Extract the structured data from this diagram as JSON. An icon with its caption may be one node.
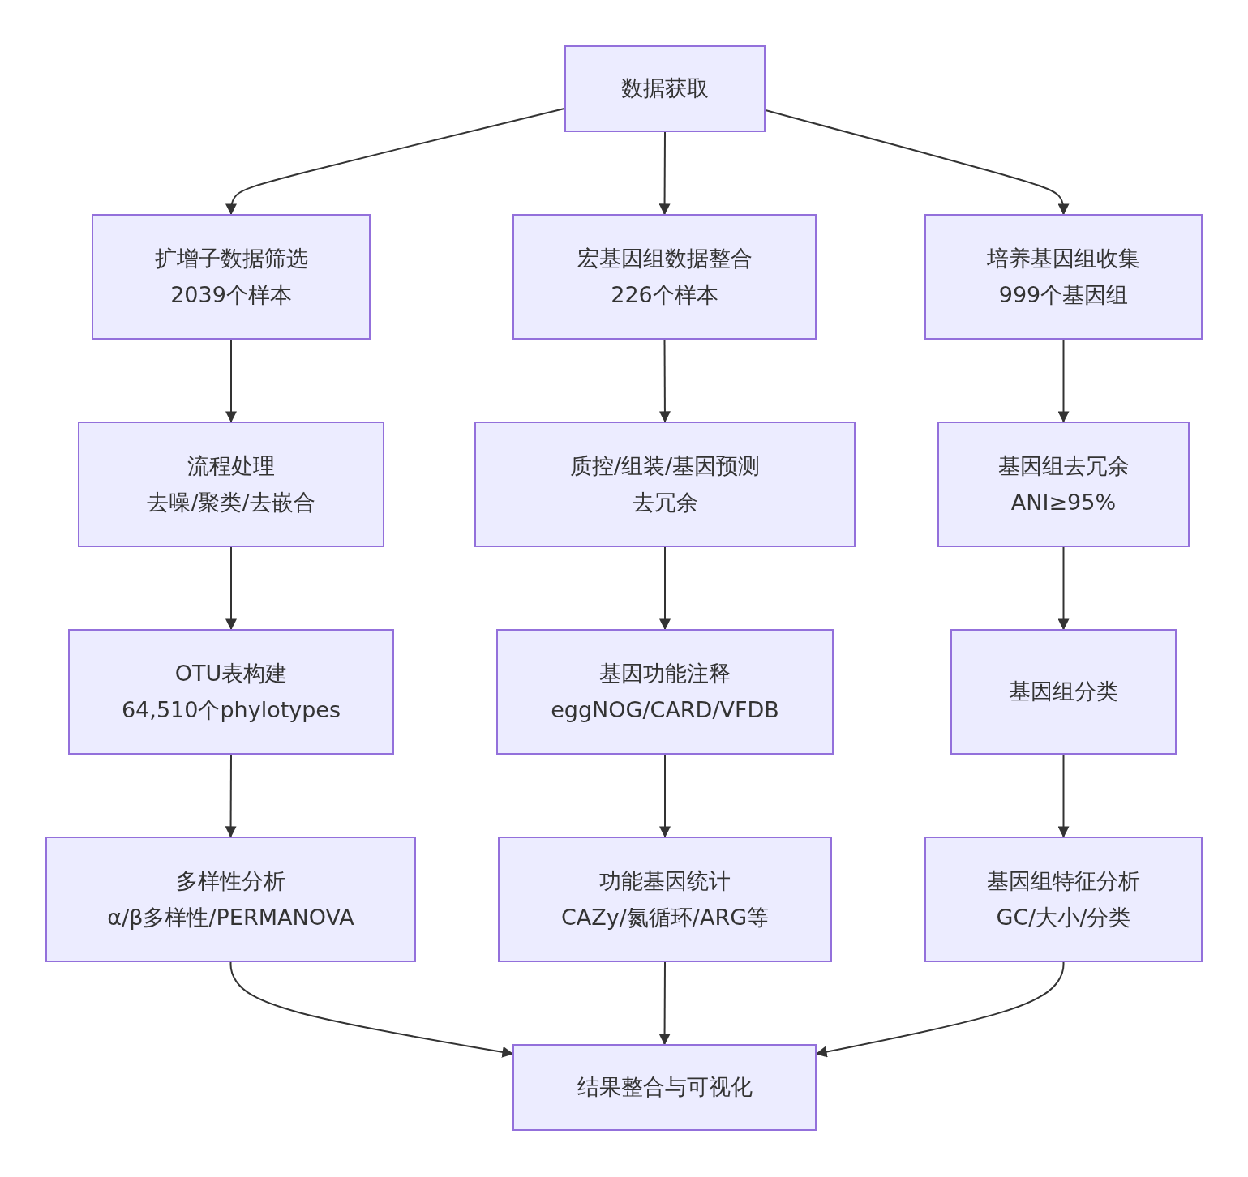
{
  "diagram": {
    "nodes": [
      {
        "text": [
          "数据获取"
        ]
      },
      {
        "text": [
          "扩增子数据筛选",
          "2039个样本"
        ]
      },
      {
        "text": [
          "宏基因组数据整合",
          "226个样本"
        ]
      },
      {
        "text": [
          "培养基因组收集",
          "999个基因组"
        ]
      },
      {
        "text": [
          "流程处理",
          "去噪/聚类/去嵌合"
        ]
      },
      {
        "text": [
          "质控/组装/基因预测",
          "去冗余"
        ]
      },
      {
        "text": [
          "基因组去冗余",
          "ANI≥95%"
        ]
      },
      {
        "text": [
          "OTU表构建",
          "64,510个phylotypes"
        ]
      },
      {
        "text": [
          "基因功能注释",
          "eggNOG/CARD/VFDB"
        ]
      },
      {
        "text": [
          "基因组分类"
        ]
      },
      {
        "text": [
          "多样性分析",
          "α/β多样性/PERMANOVA"
        ]
      },
      {
        "text": [
          "功能基因统计",
          "CAZy/氮循环/ARG等"
        ]
      },
      {
        "text": [
          "基因组特征分析",
          "GC/大小/分类"
        ]
      },
      {
        "text": [
          "结果整合与可视化"
        ]
      }
    ],
    "edges": [
      {
        "from": 0,
        "to": 1,
        "arrow": "to"
      },
      {
        "from": 0,
        "to": 2,
        "arrow": "to"
      },
      {
        "from": 0,
        "to": 3,
        "arrow": "to"
      },
      {
        "from": 1,
        "to": 4,
        "arrow": "to"
      },
      {
        "from": 4,
        "to": 7,
        "arrow": "to"
      },
      {
        "from": 7,
        "to": 10,
        "arrow": "to"
      },
      {
        "from": 2,
        "to": 5,
        "arrow": "to"
      },
      {
        "from": 5,
        "to": 8,
        "arrow": "to"
      },
      {
        "from": 8,
        "to": 11,
        "arrow": "to"
      },
      {
        "from": 3,
        "to": 6,
        "arrow": "to"
      },
      {
        "from": 6,
        "to": 9,
        "arrow": "to"
      },
      {
        "from": 9,
        "to": 12,
        "arrow": "to"
      },
      {
        "from": 10,
        "to": 13,
        "arrow": "to"
      },
      {
        "from": 11,
        "to": 13,
        "arrow": "to"
      },
      {
        "from": 12,
        "to": 13,
        "arrow": "to"
      }
    ]
  }
}
